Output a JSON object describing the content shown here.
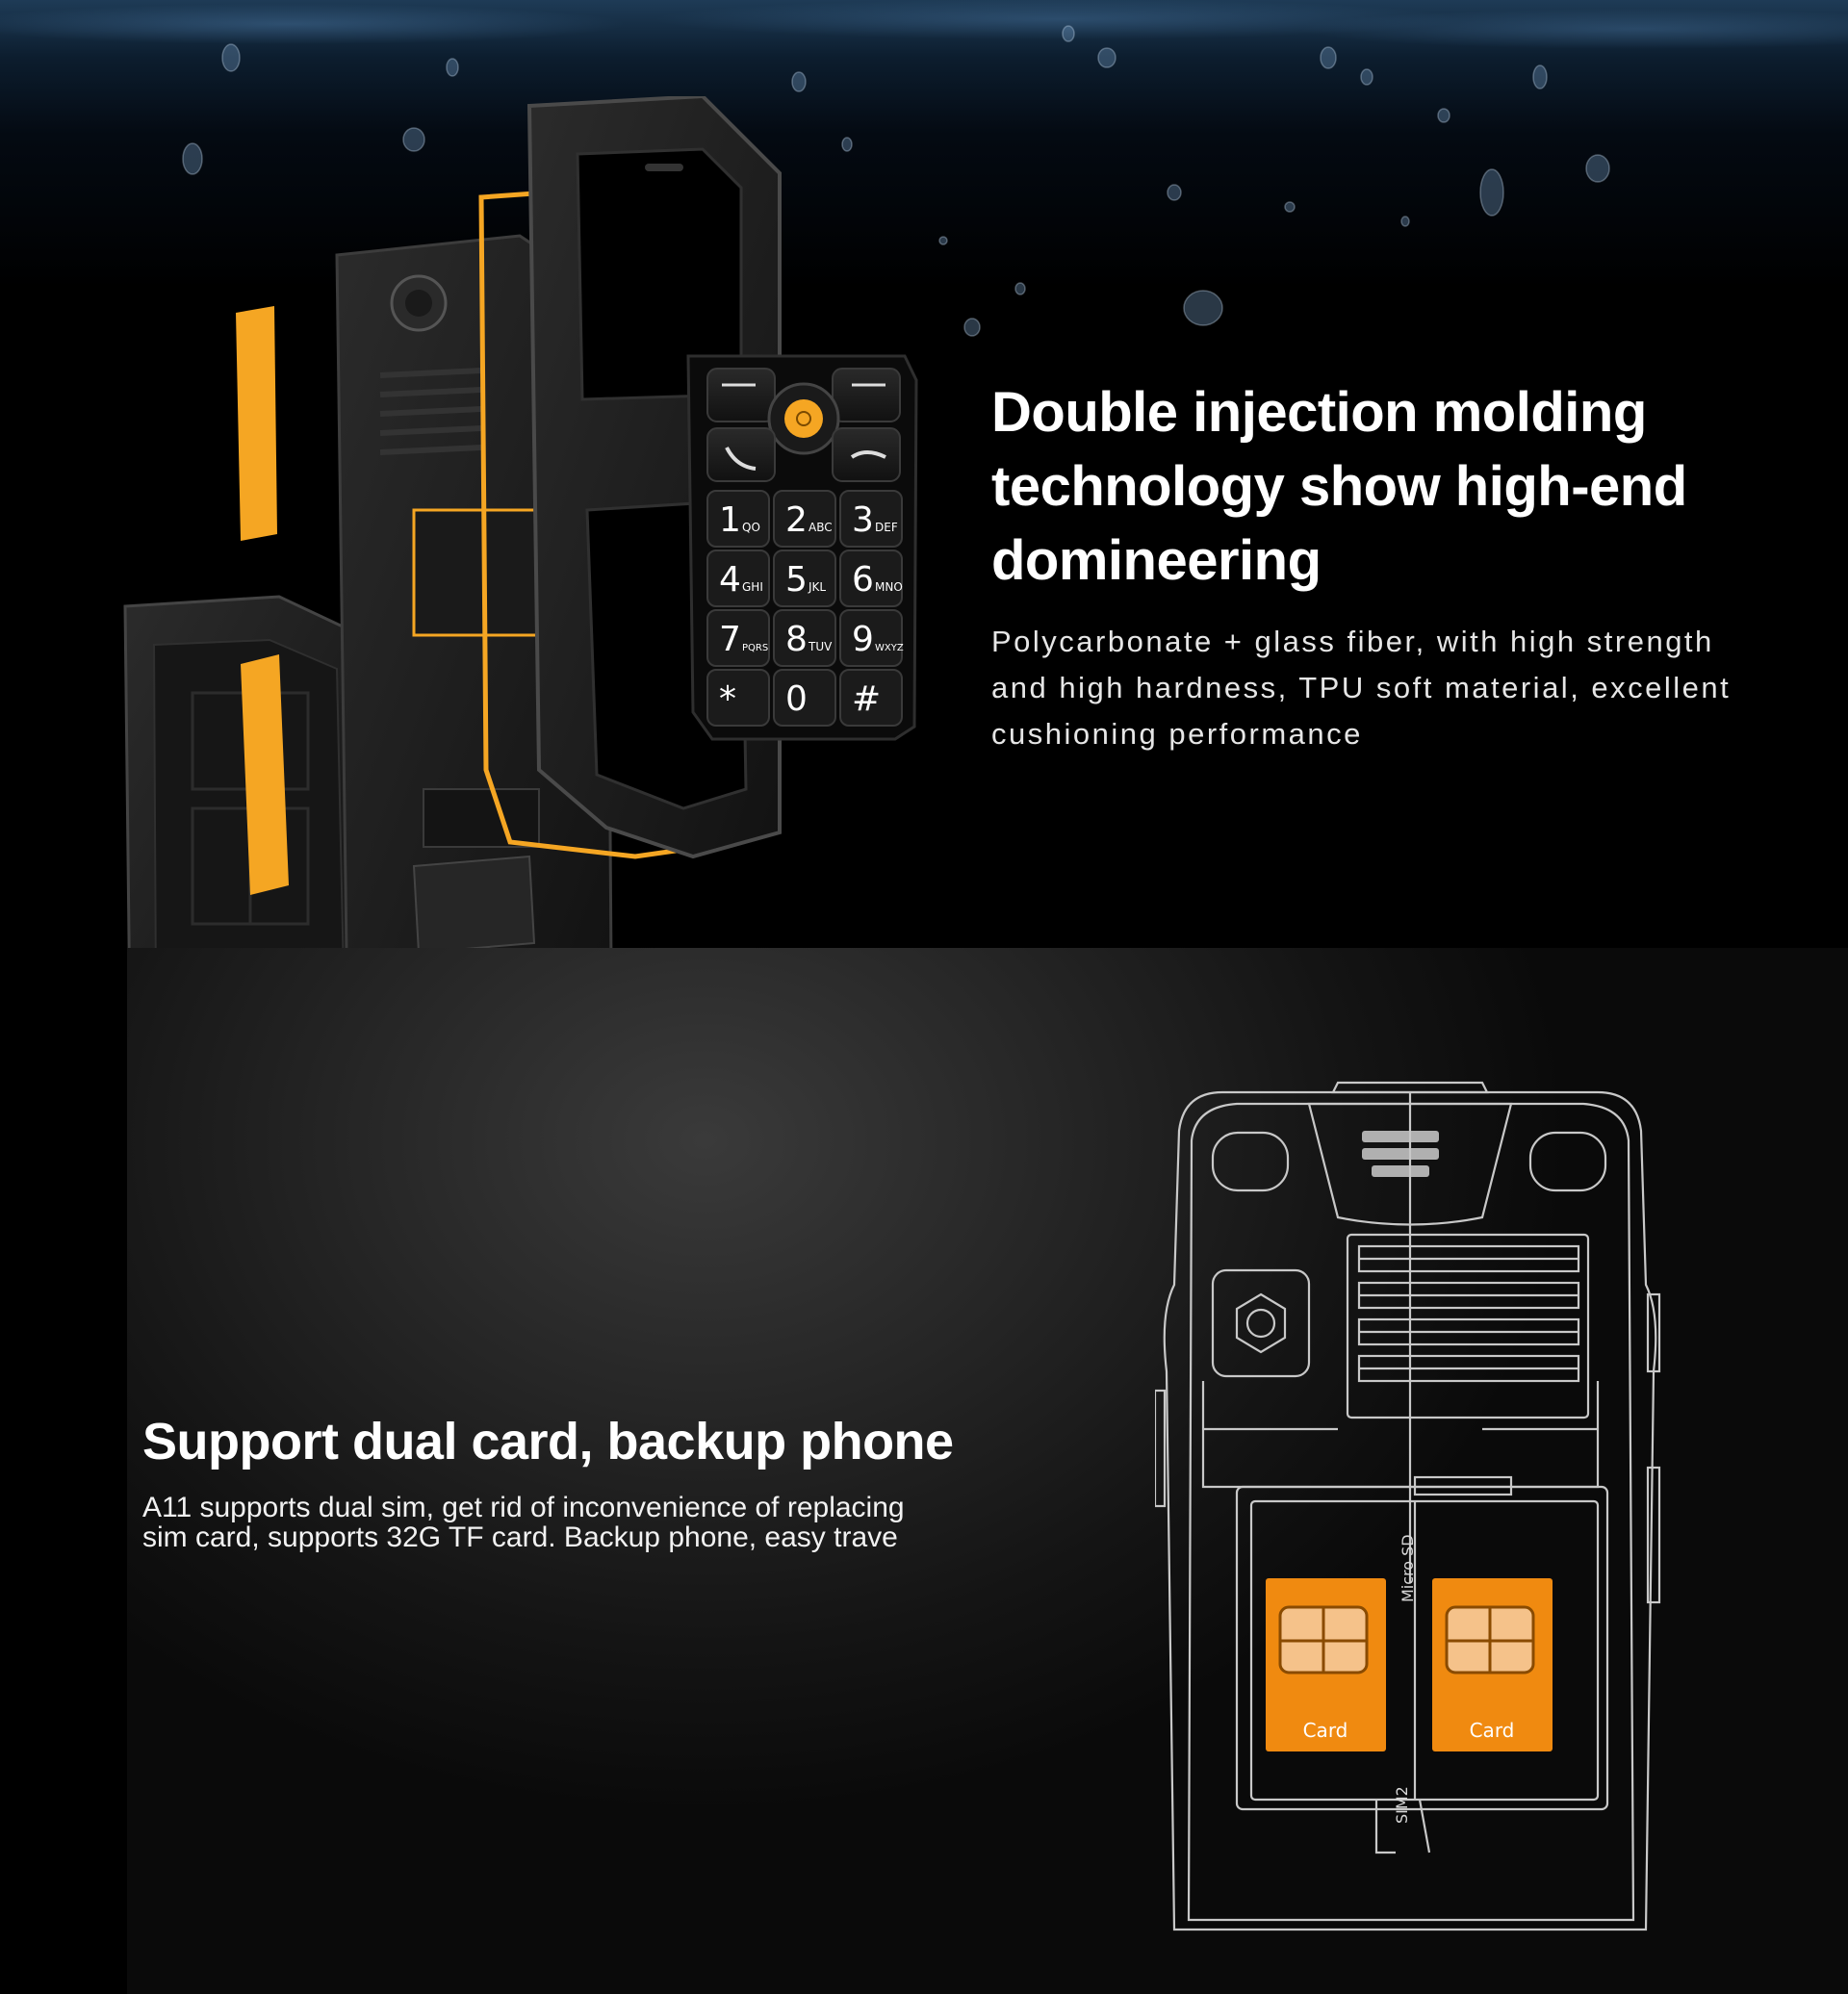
{
  "feature_molding": {
    "heading_lines": [
      "Double injection molding",
      "technology show high-end",
      "domineering"
    ],
    "description_lines": [
      "Polycarbonate + glass fiber, with high strength",
      "and high hardness, TPU soft material, excellent",
      "cushioning performance"
    ],
    "keypad": {
      "keys": [
        {
          "digit": "1",
          "letters": "QO"
        },
        {
          "digit": "2",
          "letters": "ABC"
        },
        {
          "digit": "3",
          "letters": "DEF"
        },
        {
          "digit": "4",
          "letters": "GHI"
        },
        {
          "digit": "5",
          "letters": "JKL"
        },
        {
          "digit": "6",
          "letters": "MNO"
        },
        {
          "digit": "7",
          "letters": "PQRS"
        },
        {
          "digit": "8",
          "letters": "TUV"
        },
        {
          "digit": "9",
          "letters": "WXYZ"
        },
        {
          "digit": "*",
          "letters": ""
        },
        {
          "digit": "0",
          "letters": ""
        },
        {
          "digit": "#",
          "letters": ""
        }
      ]
    }
  },
  "feature_dual_card": {
    "heading": "Support dual card, backup phone",
    "description_lines": [
      "A11 supports dual sim, get rid of inconvenience of replacing",
      "sim card, supports 32G TF card. Backup phone, easy trave"
    ],
    "sim_slots": [
      {
        "label": "Card"
      },
      {
        "label": "Card"
      }
    ],
    "slot_labels": {
      "microsd": "Micro SD",
      "sim2": "SIM2"
    }
  },
  "colors": {
    "accent_orange": "#f5a623",
    "sim_orange": "#f08a10",
    "frame_dark": "#1e1e1e",
    "line_gray": "#c8c8c8"
  }
}
